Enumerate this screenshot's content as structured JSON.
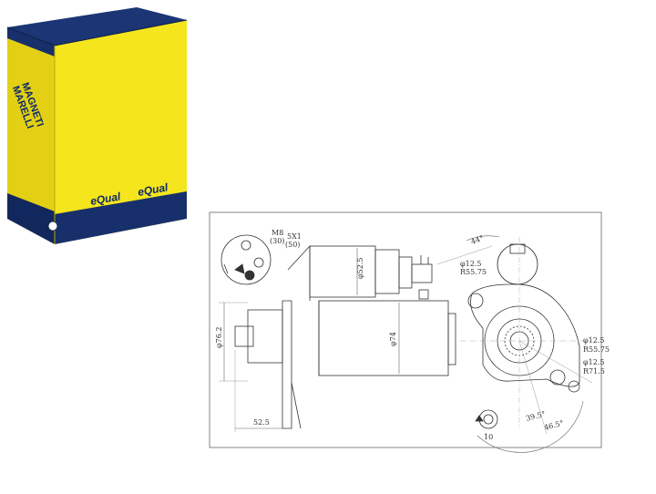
{
  "package": {
    "brand_line1": "MAGNETI",
    "brand_line2": "MARELLI",
    "equal_text": "eQual",
    "colors": {
      "yellow": "#f2e31b",
      "yellow_dark": "#d9c80c",
      "navy": "#17306b",
      "navy_dark": "#0d2147"
    }
  },
  "drawing": {
    "labels": {
      "bolt_m8": "M8",
      "bolt_m8_val": "(30)",
      "bolt_5x1": "5X1",
      "bolt_5x1_val": "(50)",
      "dia_52_5": "φ52.5",
      "dia_76_2": "φ76.2",
      "dia_74": "φ74",
      "len_52_5": "52.5",
      "angle_44": "44°",
      "hole_12_5_a": "φ12.5",
      "r_55_75_a": "R55.75",
      "hole_12_5_b": "φ12.5",
      "r_55_75_b": "R55.75",
      "hole_12_5_c": "φ12.5",
      "r_71_5": "R71.5",
      "angle_39_5": "39.5°",
      "angle_46_5": "46.5°",
      "teeth": "10"
    }
  }
}
